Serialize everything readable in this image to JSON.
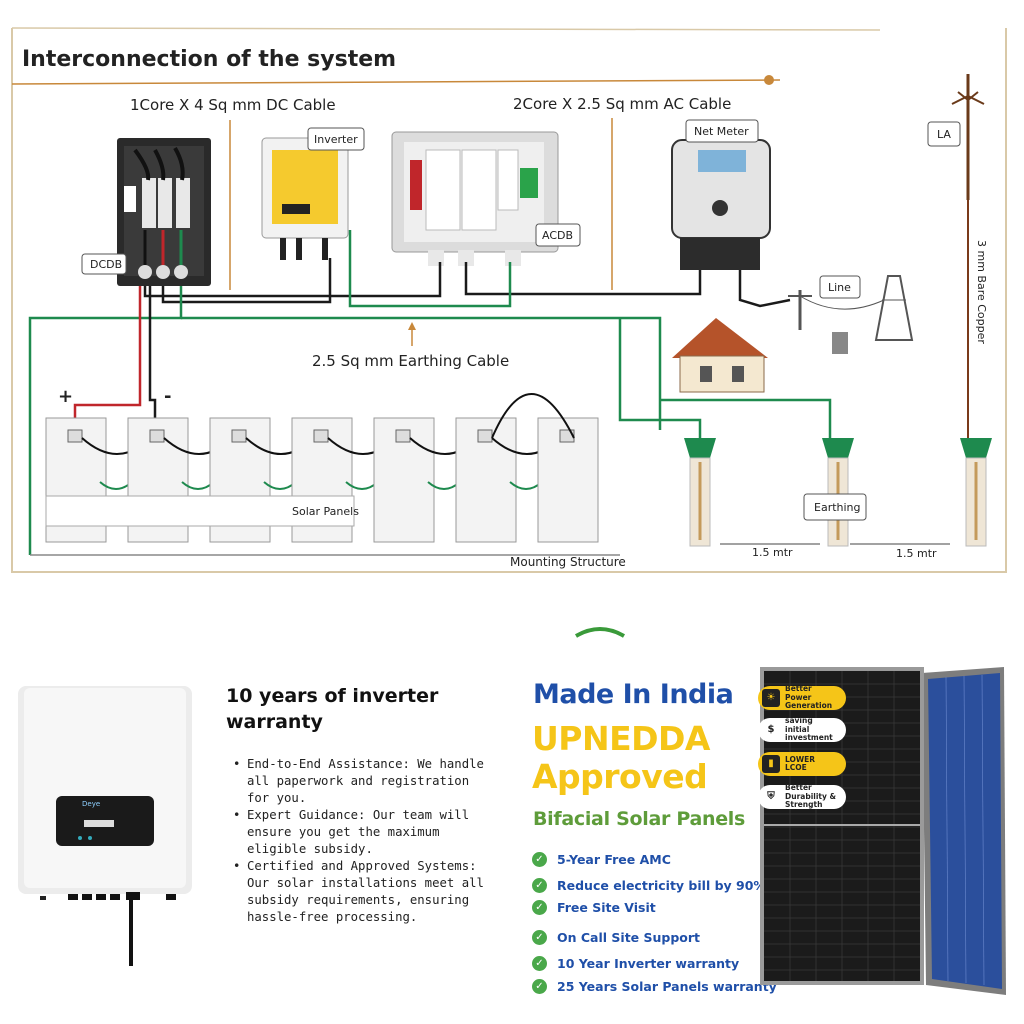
{
  "diagram": {
    "title": "Interconnection of the system",
    "labels": {
      "dc_cable": "1Core X 4 Sq mm DC Cable",
      "ac_cable": "2Core X 2.5 Sq mm AC Cable",
      "earthing_cable": "2.5 Sq mm Earthing Cable",
      "inverter": "Inverter",
      "net_meter": "Net Meter",
      "la": "LA",
      "dcdb": "DCDB",
      "acdb": "ACDB",
      "line": "Line",
      "bare_copper": "3 mm Bare Copper",
      "solar_panels": "Solar Panels",
      "earthing": "Earthing",
      "mounting": "Mounting Structure",
      "dist1": "1.5 mtr",
      "dist2": "1.5 mtr",
      "plus": "+",
      "minus": "-"
    },
    "colors": {
      "earth": "#1e8a4e",
      "dc_pos": "#c0262b",
      "cable": "#1a1a1a",
      "frame": "#c8883a"
    }
  },
  "warranty": {
    "title": "10 years of inverter warranty",
    "points": [
      "End-to-End Assistance: We handle all paperwork and registration for you.",
      "Expert Guidance: Our team will ensure you get the maximum eligible subsidy.",
      "Certified and Approved Systems: Our solar installations meet all subsidy requirements, ensuring hassle-free processing."
    ]
  },
  "promo": {
    "made_in_india": "Made In India",
    "approved": "UPNEDDA Approved",
    "bifacial": "Bifacial Solar Panels",
    "features": [
      "5-Year Free AMC",
      "Reduce electricity bill by 90%!",
      "Free Site Visit",
      "On Call Site Support",
      "10 Year Inverter warranty",
      "25 Years Solar Panels warranty"
    ],
    "badges": [
      "Better Power Generation",
      "saving initial investment",
      "LOWER LCOE",
      "Better Durability & Strength"
    ],
    "colors": {
      "blue": "#1f4fa8",
      "yellow": "#f5c518",
      "green": "#5e9c3a"
    }
  }
}
